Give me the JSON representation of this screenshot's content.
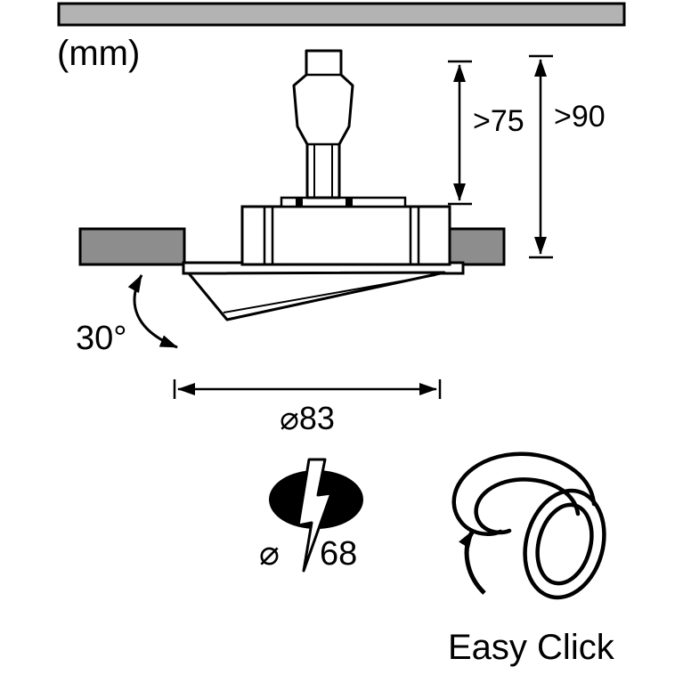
{
  "unit_label": "(mm)",
  "dimensions": {
    "recess_depth": ">75",
    "install_height": ">90",
    "tilt_angle": "30°",
    "outer_diameter": "⌀83",
    "cutout_symbol": "⌀",
    "cutout_value": "68"
  },
  "feature": {
    "label": "Easy Click"
  },
  "icons": {
    "cutout": "hole-with-lightning-bolt-icon",
    "mounting": "twist-lock-coil-icon",
    "rotation": "curved-arrow-icon"
  },
  "colors": {
    "ceiling": "#b3b3b3",
    "cutout_block": "#8d8d8d",
    "ink": "#000000"
  }
}
